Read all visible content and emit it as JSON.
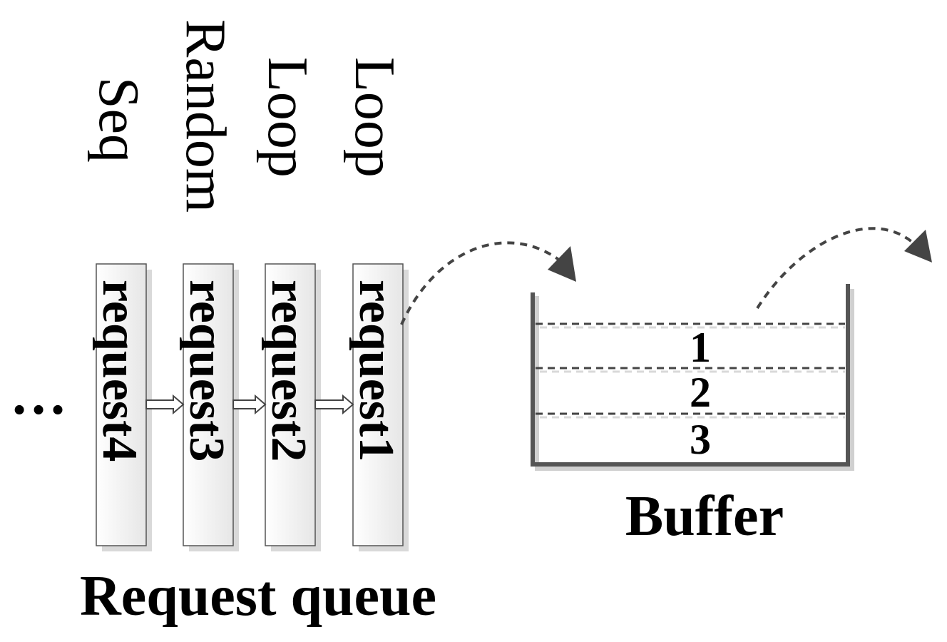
{
  "patterns": {
    "request4": "Seq",
    "request3": "Random",
    "request2": "Loop",
    "request1": "Loop"
  },
  "requests": {
    "request4": "request4",
    "request3": "request3",
    "request2": "request2",
    "request1": "request1"
  },
  "queue": {
    "ellipsis": "…",
    "title": "Request queue"
  },
  "buffer": {
    "slot1": "1",
    "slot2": "2",
    "slot3": "3",
    "title": "Buffer"
  }
}
